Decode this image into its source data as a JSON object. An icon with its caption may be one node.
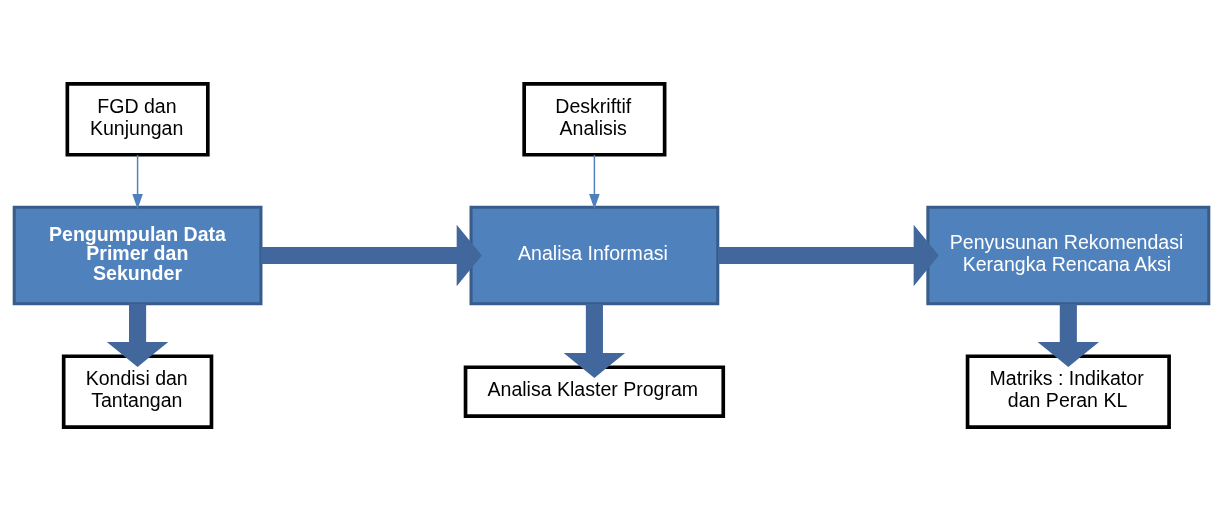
{
  "diagram": {
    "nodes": [
      {
        "text": [
          "FGD dan Kunjungan"
        ]
      },
      {
        "text": [
          "Pengumpulan Data Primer dan Sekunder"
        ]
      },
      {
        "text": [
          "Kondisi dan Tantangan"
        ]
      },
      {
        "text": [
          "Deskriftif Analisis"
        ]
      },
      {
        "text": [
          "Analisa Informasi"
        ]
      },
      {
        "text": [
          "Analisa Klaster Program"
        ]
      },
      {
        "text": [
          "Penyusunan Rekomendasi Kerangka Rencana Aksi"
        ]
      },
      {
        "text": [
          "Matriks : Indikator dan Peran KL"
        ]
      }
    ],
    "edges": [
      {
        "from": 0,
        "to": 1,
        "arrow": "to",
        "color": "#4f81bd"
      },
      {
        "from": 1,
        "to": 4,
        "arrow": "to"
      },
      {
        "from": 1,
        "to": 2,
        "arrow": "to"
      },
      {
        "from": 3,
        "to": 4,
        "arrow": "to",
        "color": "#4f81bd"
      },
      {
        "from": 4,
        "to": 5,
        "arrow": "to"
      },
      {
        "from": 4,
        "to": 6,
        "arrow": "to"
      },
      {
        "from": 6,
        "to": 7,
        "arrow": "to"
      }
    ]
  }
}
